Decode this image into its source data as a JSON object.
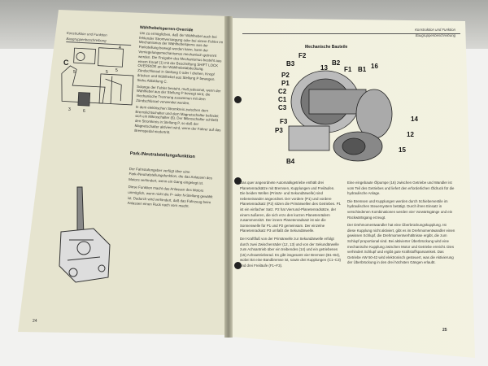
{
  "left_page": {
    "header_line1": "Konstruktion und Funktion",
    "header_line2": "Baugruppenbeschreibung",
    "figure_labels": [
      "C",
      "4",
      "5",
      "3",
      "6",
      "5",
      "5"
    ],
    "section1_title": "Wählhebelsperren-Override",
    "section1_p1": "Um zu ermöglichen, daß der Wählhebel auch bei fehlender Stromversorgung oder bei einem Fehler im Mechanismus der Wählhebelsperre aus der Parkstellung bewegt werden kann, kann der Verriegelungsmechanismus mechanisch getrennt werden. Die Freigabe des Mechanismus besteht aus einem Knopf (1) mit der Beschriftung SHIFT LOCK OVERRIDE an der Wählhebelabdeckung. Zündschlüssel in Stellung 0 oder I drehen, Knopf drücken und Wählhebel aus Stellung P bewegen. Siehe Abbildung C.",
    "section1_p2": "Solange der Fehler besteht, muß jedesmal, wenn der Wählhebel aus der Stellung P bewegt wird, die mechanische Trennung zusammen mit dem Zündschlüssel verwendet werden.",
    "section1_p3": "In dem elektrischen Stromkreis zwischen dem Bremslichtschalter und dem Magnetschalter befindet sich ein Mikroschalter (6). Der Mikroschalter schließt den Stromkreis in Stellung P, so daß der Magnetschalter aktiviert wird, wenn der Fahrer auf das Bremspedal niedertritt.",
    "section2_title": "Park-/Neutralstellungsfunktion",
    "section2_p1": "Der Fahrstufengeber verfügt über eine Park-/Neutralstellungsfunktion, die das Anlassen des Motors verhindert, wenn ein Gang eingelegt ist.",
    "section2_p2": "Diese Funktion macht das Anlassen des Motors unmöglich, wenn nicht die P- oder N-Stellung gewählt ist. Dadurch wird verhindert, daß das Fahrzeug beim Anlassen einen Ruck nach vorn macht.",
    "page_number": "24"
  },
  "right_page": {
    "header_line1": "Konstruktion und Funktion",
    "header_line2": "Baugruppenbeschreibung",
    "figure_title": "Mechanische Bauteile",
    "figure_labels": [
      "B3",
      "F2",
      "13",
      "B2",
      "F1",
      "B1",
      "16",
      "P2",
      "P1",
      "C2",
      "C1",
      "C3",
      "F3",
      "P3",
      "B4",
      "14",
      "12",
      "15"
    ],
    "col1_p1": "Das quer angeordnete Automatikgetriebe enthält drei Planetenradsätze mit Bremsen, Kupplungen und Freiläufen. Die beiden Wellen (Primär- und Sekundärwelle) sind nebeneinander angeordnet. Der vordere (P1) und vordere Planetenradsatz (P2) sitzen die Primärwellen des Getriebes. P1 ist ein einfacher Satz. P2 hat Vierrund-Planetenradsätze, der einem äußeren, die sich erzo den kurzen Planetenrädern zusammensitzt. Der innere Planetenradsatz ist wie die Sonnenwelle für P1 und P2 gemeinsam. Der einzelne Planetenradsatz P3 umfaßt die Sekundärwelle.",
    "col1_p2": "Der Kraftfluß von der Primärwelle zur Sekundärwelle erfolgt durch zwei Zwischenräder (12, 13) und von der Sekundärwelle zum Achsantrieb über ein treibendes (14) und ein getriebenes (15) Achsantriebsrad. Es gibt insgesamt vier Bremsen (B1–B4), wobei B4 eine Bandbremse ist, sowie drei Kupplungen (C1–C3) und drei Freiläufe (F1–F3).",
    "col2_p1": "Eine eingebaute Ölpumpe (16) zwischen Getriebe und Wandler ist vom Teil des Getriebes und liefert den erforderlichen Öldruck für die hydraulische Anlage.",
    "col2_p2": "Die Bremsen und Kupplungen werden durch Schieberventile im hydraulischen Steuersystem betätigt. Durch ihren Einsatz in verschiedenen Kombinationen werden vier Vorwärtsgänge und ein Rückwärtsgang erzeugt.",
    "col2_p3": "Der Drehmomentwandler hat eine Überbrückungskupplung. Ist diese Kupplung nicht aktiviert, gibt es im Drehmomentwandler einen gewissen Schlupf, die Drehmomentverhältnisse ergibt, die zum Schlupf proportional sind. Bei aktivierter Überbrückung wird eine mechanische Kupplung zwischen Motor und Getriebe erreicht. Dies verhindert Schlupf und ergibt gute Kraftstoffsparsamkeit. Das Getriebe AW 50-42 wird elektronisch gesteuert, was die Aktivierung der Überbrückung in den drei höchsten Gängen erlaubt.",
    "page_number": "25"
  }
}
